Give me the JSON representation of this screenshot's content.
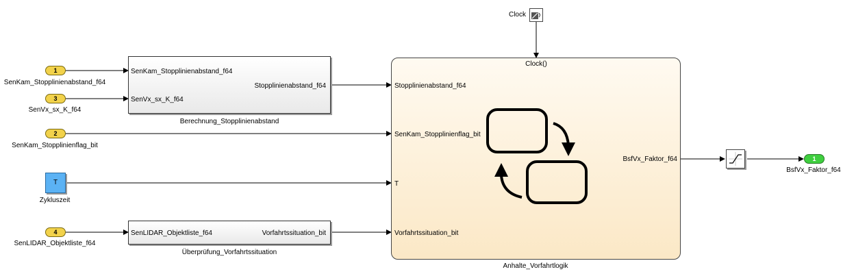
{
  "inports": [
    {
      "num": "1",
      "name": "SenKam_Stopplinienabstand_f64"
    },
    {
      "num": "3",
      "name": "SenVx_sx_K_f64"
    },
    {
      "num": "2",
      "name": "SenKam_Stopplinienflag_bit"
    },
    {
      "num": "4",
      "name": "SenLIDAR_Objektliste_f64"
    }
  ],
  "constant": {
    "value": "T",
    "name": "Zykluszeit"
  },
  "clock": {
    "name": "Clock"
  },
  "subsystem1": {
    "name": "Berechnung_Stopplinienabstand",
    "in1": "SenKam_Stopplinienabstand_f64",
    "in2": "SenVx_sx_K_f64",
    "out1": "Stopplinienabstand_f64"
  },
  "subsystem2": {
    "name": "Überprüfung_Vorfahrtssituation",
    "in1": "SenLIDAR_Objektliste_f64",
    "out1": "Vorfahrtssituation_bit"
  },
  "chart": {
    "name": "Anhalte_Vorfahrtlogik",
    "top": "Clock()",
    "in1": "Stopplinienabstand_f64",
    "in2": "SenKam_Stopplinienflag_bit",
    "in3": "T",
    "in4": "Vorfahrtssituation_bit",
    "out1": "BsfVx_Faktor_f64"
  },
  "outport": {
    "num": "1",
    "name": "BsfVx_Faktor_f64"
  }
}
